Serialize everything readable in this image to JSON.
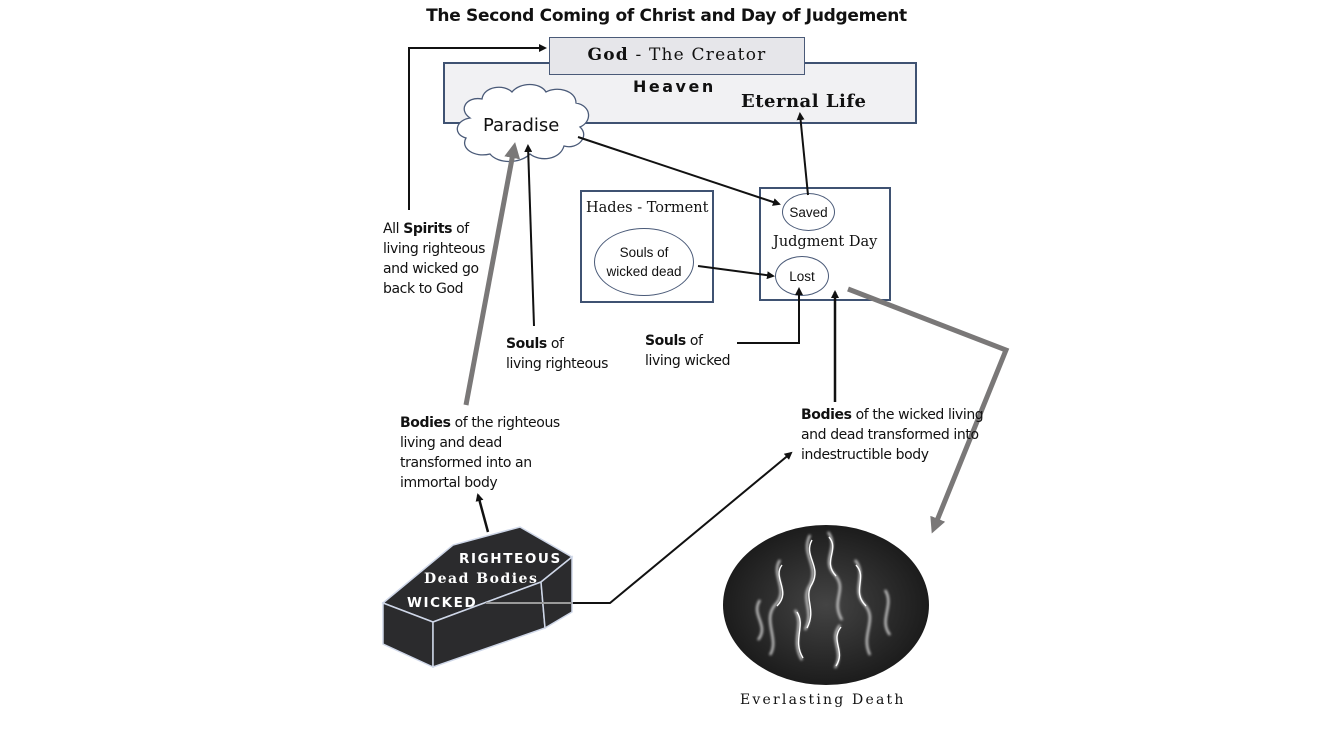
{
  "title": "The Second Coming of Christ and Day of Judgement",
  "heaven": {
    "god_bold": "God",
    "god_rest": " - The Creator",
    "heaven_label": "Heaven",
    "eternal_life": "Eternal Life",
    "paradise": "Paradise"
  },
  "hades": {
    "label": "Hades - Torment",
    "souls_line1": "Souls of",
    "souls_line2": "wicked dead"
  },
  "judgment": {
    "label": "Judgment Day",
    "saved": "Saved",
    "lost": "Lost"
  },
  "notes": {
    "spirits_pre": "All ",
    "spirits_bold": "Spirits",
    "spirits_post": " of living righteous and wicked go back to God",
    "souls_righteous_bold": "Souls",
    "souls_righteous_post": " of",
    "souls_righteous_line2": "living righteous",
    "souls_wicked_bold": "Souls",
    "souls_wicked_post": " of",
    "souls_wicked_line2": "living wicked",
    "bodies_righteous_bold": "Bodies",
    "bodies_righteous_post": " of the righteous living and dead transformed into an immortal body",
    "bodies_wicked_bold": "Bodies",
    "bodies_wicked_post": " of the wicked living and dead transformed into indestructible body"
  },
  "coffin": {
    "righteous": "RIGHTEOUS",
    "dead_bodies": "Dead Bodies",
    "wicked": "WICKED"
  },
  "fire": {
    "label": "Everlasting Death"
  },
  "colors": {
    "box_border": "#3f5272",
    "heaven_fill": "#f1f1f3",
    "god_fill": "#e6e6ea",
    "gray_arrow": "#7a7878",
    "coffin_fill": "#2b2b2d"
  }
}
